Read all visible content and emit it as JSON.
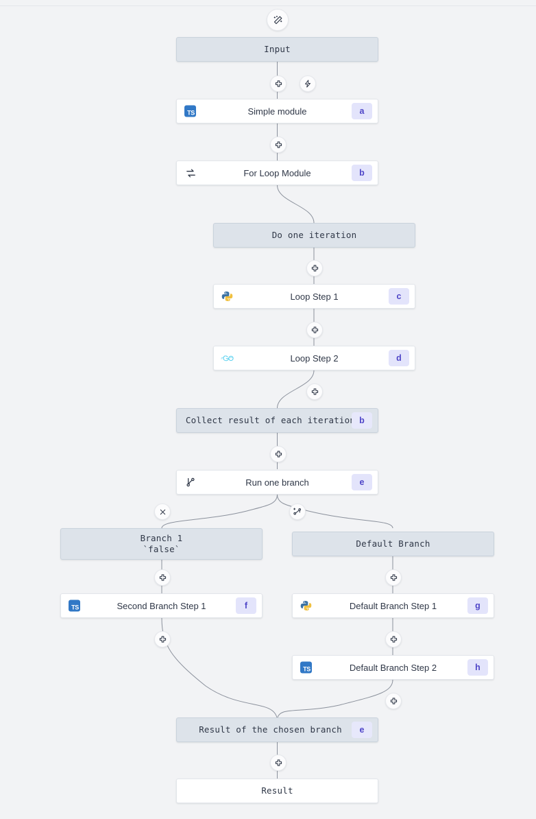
{
  "canvas": {
    "background": "#f2f3f5",
    "accent_badge_bg": "#e3e4fb",
    "accent_badge_fg": "#4f46c8",
    "virtual_node_bg": "#dde3ea",
    "virtual_node_border": "#c9d2dc",
    "module_node_bg": "#ffffff",
    "edge_color": "#8b919c"
  },
  "toolbar": {
    "ai_button_icon": "magic-wand-icon"
  },
  "nodes": [
    {
      "id": "input",
      "label": "Input",
      "kind": "virtual",
      "icon": null,
      "badge": null
    },
    {
      "id": "simple-module",
      "label": "Simple module",
      "kind": "module",
      "icon": "typescript-icon",
      "badge": "a"
    },
    {
      "id": "for-loop-module",
      "label": "For Loop Module",
      "kind": "module",
      "icon": "loop-icon",
      "badge": "b"
    },
    {
      "id": "do-one-iteration",
      "label": "Do one iteration",
      "kind": "virtual",
      "icon": null,
      "badge": null
    },
    {
      "id": "loop-step-1",
      "label": "Loop Step 1",
      "kind": "module",
      "icon": "python-icon",
      "badge": "c"
    },
    {
      "id": "loop-step-2",
      "label": "Loop Step 2",
      "kind": "module",
      "icon": "go-icon",
      "badge": "d"
    },
    {
      "id": "collect-result",
      "label": "Collect result of each iteration",
      "kind": "virtual",
      "icon": null,
      "badge": "b"
    },
    {
      "id": "run-one-branch",
      "label": "Run one branch",
      "kind": "module",
      "icon": "branch-icon",
      "badge": "e"
    },
    {
      "id": "branch-1",
      "label": "Branch 1\n`false`",
      "kind": "virtual",
      "icon": null,
      "badge": null
    },
    {
      "id": "default-branch",
      "label": "Default Branch",
      "kind": "virtual",
      "icon": null,
      "badge": null
    },
    {
      "id": "second-branch-step-1",
      "label": "Second Branch Step 1",
      "kind": "module",
      "icon": "typescript-icon",
      "badge": "f"
    },
    {
      "id": "default-branch-step-1",
      "label": "Default Branch Step 1",
      "kind": "module",
      "icon": "python-icon",
      "badge": "g"
    },
    {
      "id": "default-branch-step-2",
      "label": "Default Branch Step 2",
      "kind": "module",
      "icon": "typescript-icon",
      "badge": "h"
    },
    {
      "id": "chosen-branch-result",
      "label": "Result of the chosen branch",
      "kind": "virtual",
      "icon": null,
      "badge": "e"
    },
    {
      "id": "result",
      "label": "Result",
      "kind": "plain",
      "icon": null,
      "badge": null
    }
  ],
  "handles": [
    {
      "id": "add-after-input",
      "icon": "plus-icon"
    },
    {
      "id": "trigger-after-input",
      "icon": "lightning-icon"
    },
    {
      "id": "add-after-simple-module",
      "icon": "plus-icon"
    },
    {
      "id": "add-after-do-one-iteration",
      "icon": "plus-icon"
    },
    {
      "id": "add-after-loop-step-1",
      "icon": "plus-icon"
    },
    {
      "id": "add-after-loop-step-2",
      "icon": "plus-icon"
    },
    {
      "id": "add-after-collect-result",
      "icon": "plus-icon"
    },
    {
      "id": "delete-branch-1",
      "icon": "close-icon"
    },
    {
      "id": "add-branch",
      "icon": "add-branch-icon"
    },
    {
      "id": "add-after-branch-1",
      "icon": "plus-icon"
    },
    {
      "id": "add-after-default-branch",
      "icon": "plus-icon"
    },
    {
      "id": "add-after-second-branch-step-1",
      "icon": "plus-icon"
    },
    {
      "id": "add-after-default-branch-step-1",
      "icon": "plus-icon"
    },
    {
      "id": "add-after-default-branch-step-2",
      "icon": "plus-icon"
    },
    {
      "id": "add-after-chosen-branch-result",
      "icon": "plus-icon"
    }
  ]
}
